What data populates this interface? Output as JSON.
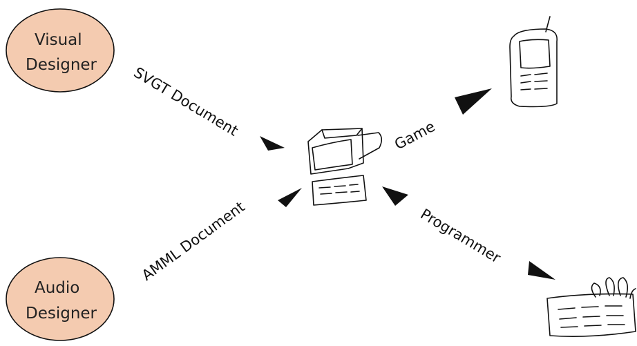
{
  "nodes": {
    "visual_designer": {
      "line1": "Visual",
      "line2": "Designer"
    },
    "audio_designer": {
      "line1": "Audio",
      "line2": "Designer"
    }
  },
  "edges": {
    "svgt": "SVGT Document",
    "amml": "AMML Document",
    "game": "Game",
    "programmer": "Programmer"
  },
  "icons": {
    "computer": "computer-icon",
    "phone": "mobile-phone-icon",
    "keyboard": "keyboard-icon"
  },
  "colors": {
    "designer_fill": "#f4cbb0",
    "screen_fill": "#f8d0d6",
    "device_fill": "#cfcfbf",
    "ink": "#111111"
  }
}
